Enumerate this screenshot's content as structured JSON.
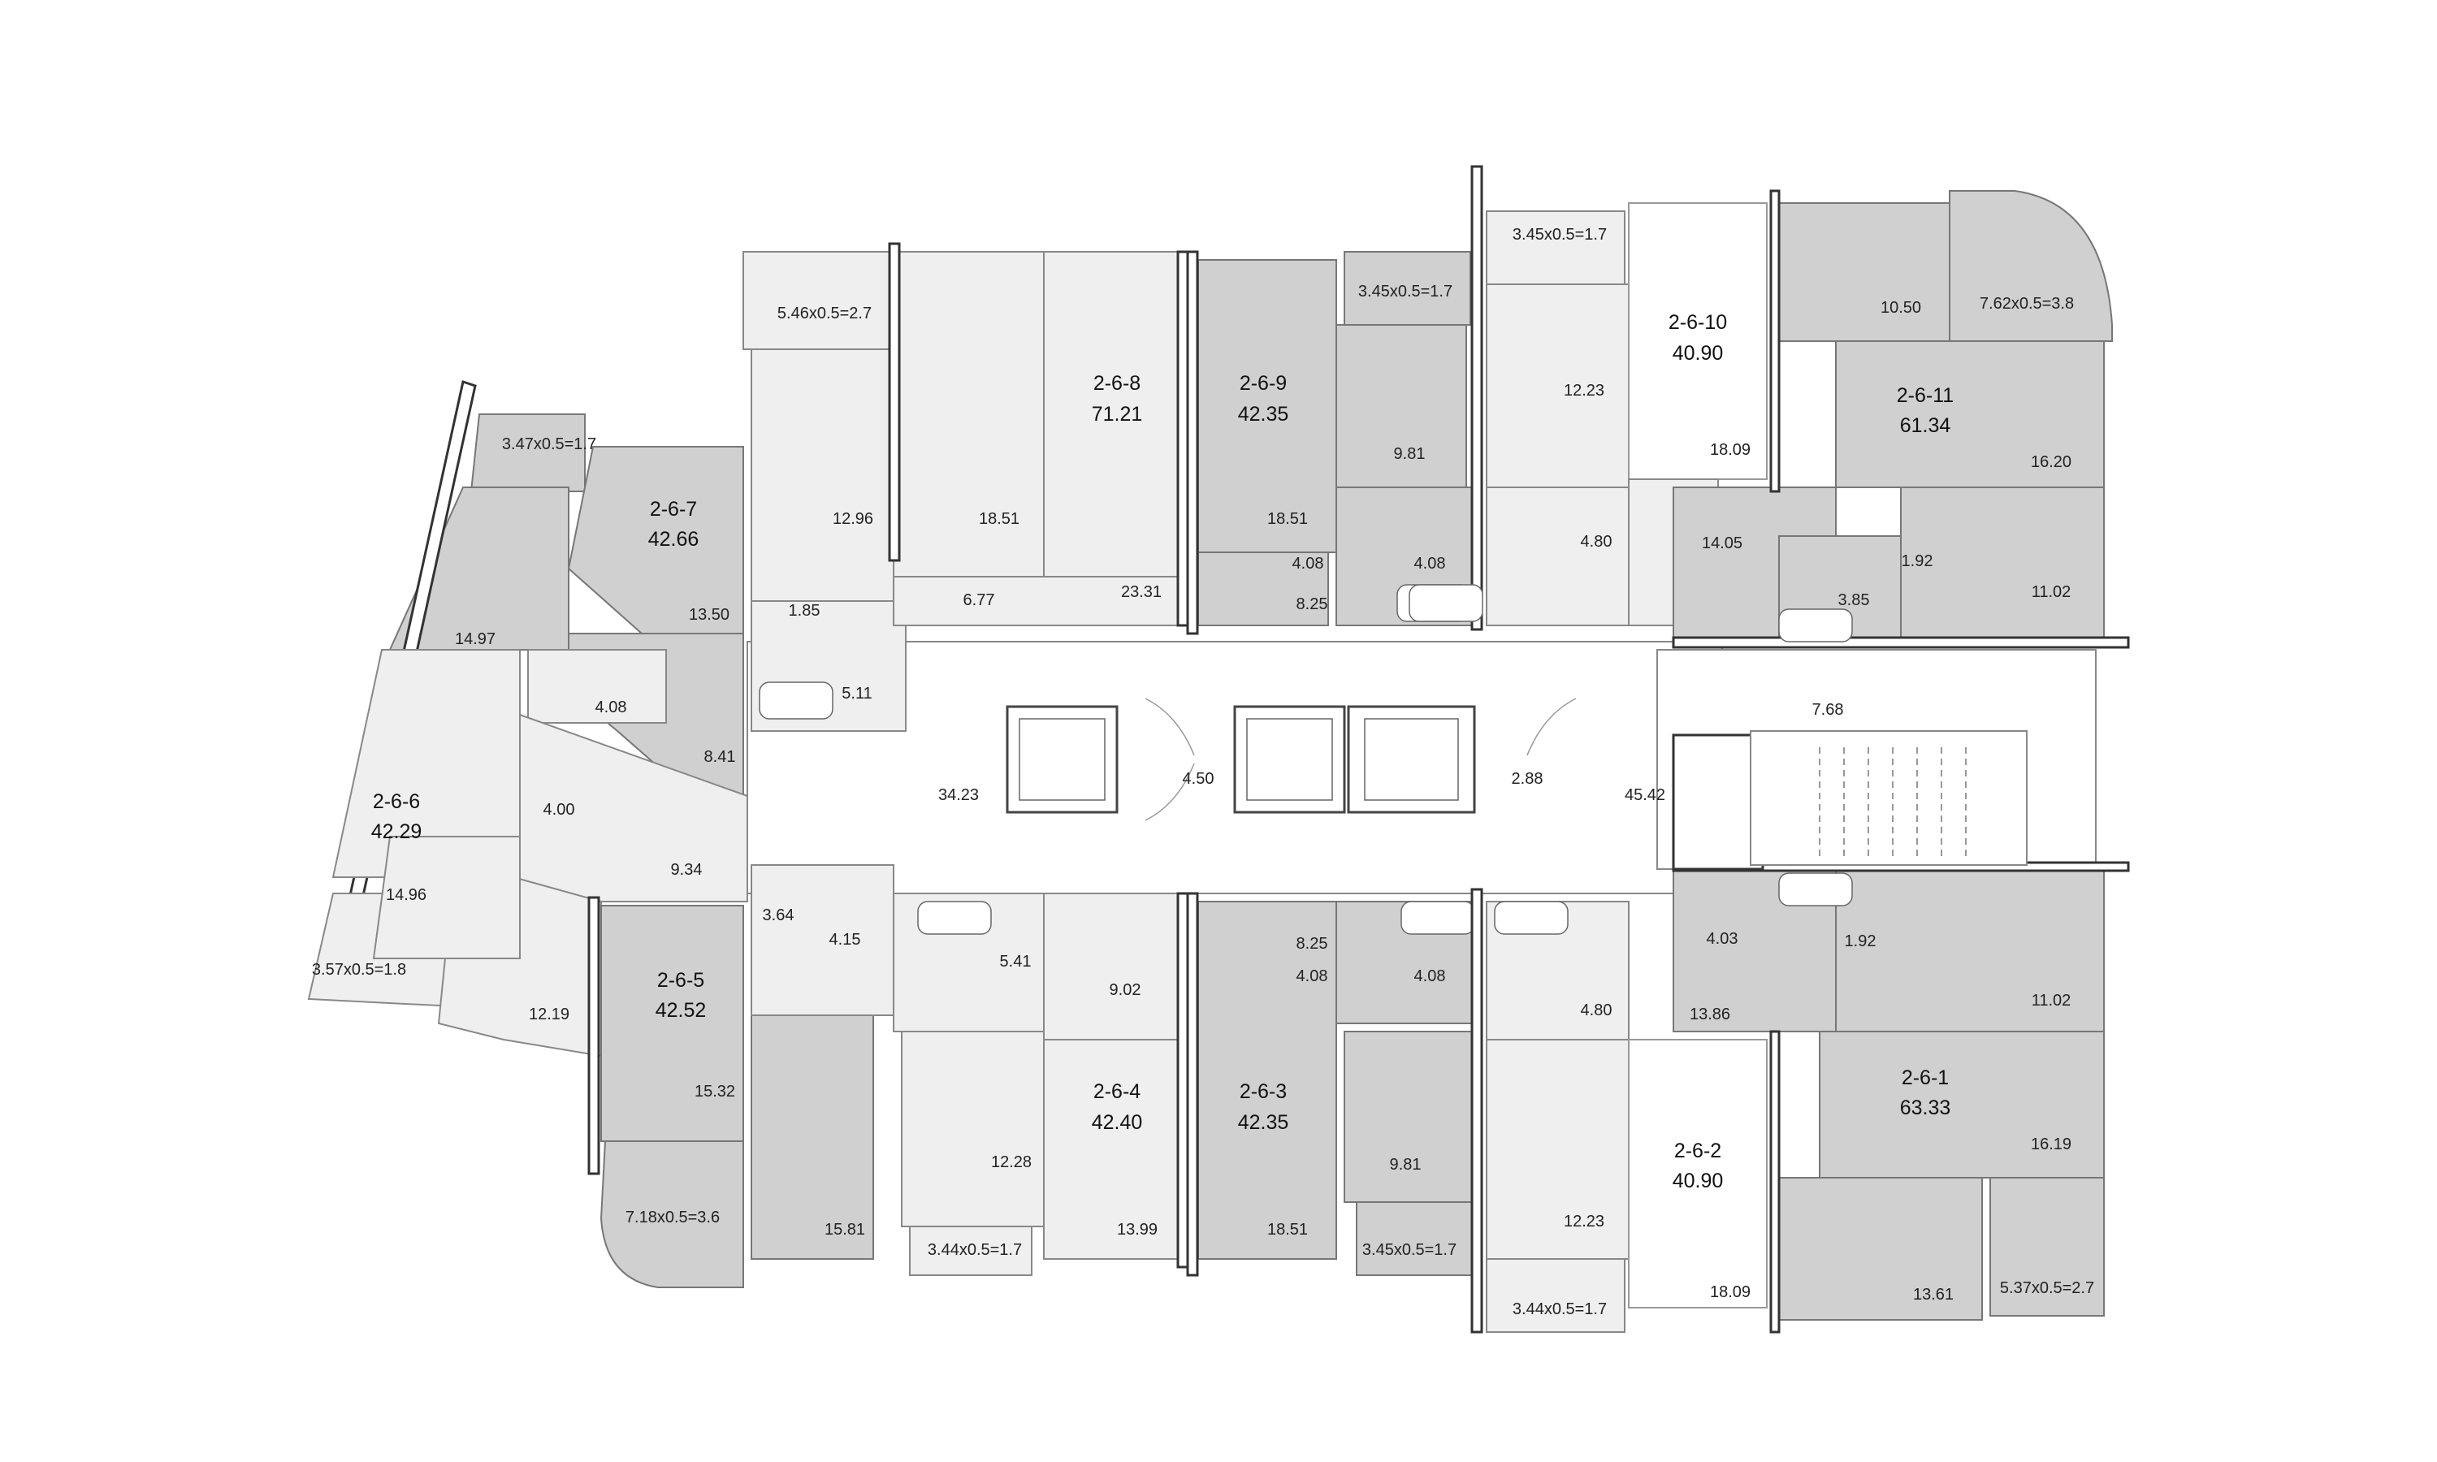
{
  "apartments": [
    {
      "code": "2-6-1",
      "total": "63.33",
      "rooms": [
        "16.19",
        "11.02",
        "13.86",
        "4.03",
        "1.92",
        "13.61"
      ],
      "balcony": "5.37x0.5=2.7"
    },
    {
      "code": "2-6-2",
      "total": "40.90",
      "rooms": [
        "18.09",
        "12.23",
        "4.80"
      ],
      "balcony": "3.44x0.5=1.7"
    },
    {
      "code": "2-6-3",
      "total": "42.35",
      "rooms": [
        "18.51",
        "9.81",
        "8.25",
        "4.08"
      ],
      "balcony": "3.45x0.5=1.7"
    },
    {
      "code": "2-6-4",
      "total": "42.40",
      "rooms": [
        "13.99",
        "12.28",
        "9.02",
        "4.08",
        "5.41"
      ],
      "balcony": "3.44x0.5=1.7"
    },
    {
      "code": "2-6-5",
      "total": "42.52",
      "rooms": [
        "15.32",
        "15.81",
        "3.64",
        "4.15"
      ],
      "balcony": "7.18x0.5=3.6"
    },
    {
      "code": "2-6-6",
      "total": "42.29",
      "rooms": [
        "14.96",
        "12.19",
        "9.34",
        "4.00"
      ],
      "balcony": "3.57x0.5=1.8"
    },
    {
      "code": "2-6-7",
      "total": "42.66",
      "rooms": [
        "14.97",
        "13.50",
        "8.41",
        "4.08"
      ],
      "balcony": "3.47x0.5=1.7"
    },
    {
      "code": "2-6-8",
      "total": "71.21",
      "rooms": [
        "18.51",
        "23.31",
        "12.96",
        "6.77",
        "1.85",
        "5.11"
      ],
      "balcony": "5.46x0.5=2.7"
    },
    {
      "code": "2-6-9",
      "total": "42.35",
      "rooms": [
        "18.51",
        "9.81",
        "8.25",
        "4.08"
      ],
      "balcony": "3.45x0.5=1.7"
    },
    {
      "code": "2-6-10",
      "total": "40.90",
      "rooms": [
        "18.09",
        "12.23",
        "4.80"
      ],
      "balcony": "3.45x0.5=1.7"
    },
    {
      "code": "2-6-11",
      "total": "61.34",
      "rooms": [
        "16.20",
        "11.02",
        "14.05",
        "3.85",
        "1.92",
        "10.50"
      ],
      "balcony": "7.62x0.5=3.8"
    }
  ],
  "common_areas": [
    "34.23",
    "4.50",
    "2.88",
    "45.42",
    "7.68"
  ],
  "extra_labels": [
    "4.08",
    "4.08"
  ]
}
